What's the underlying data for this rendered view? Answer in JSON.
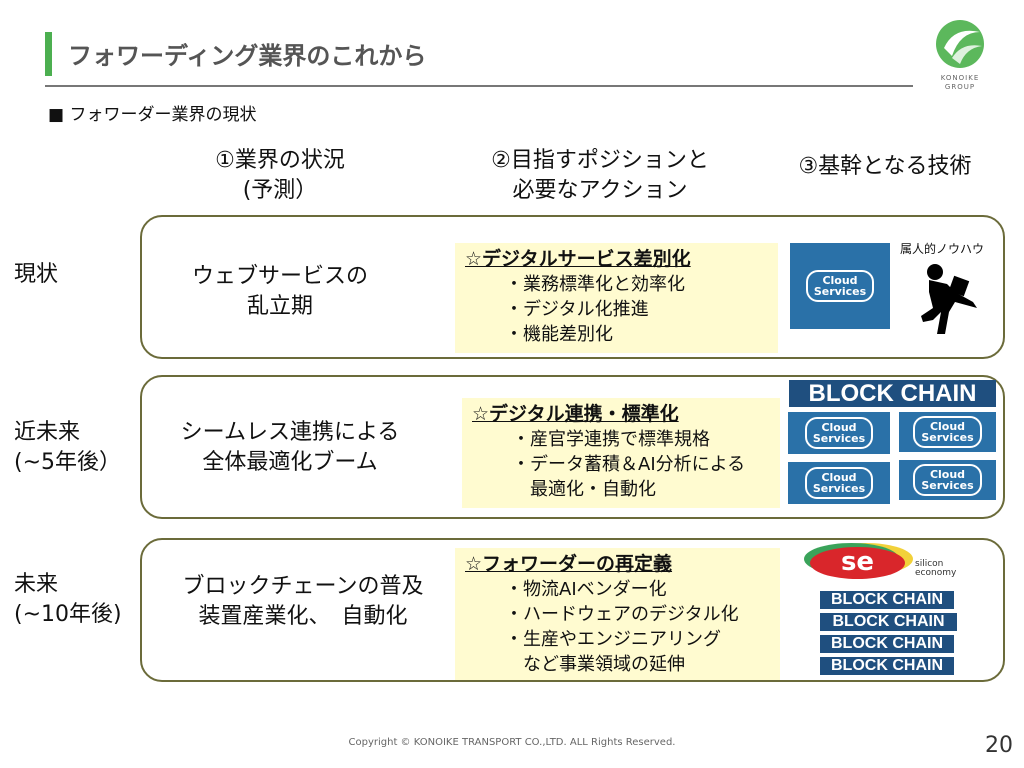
{
  "header": {
    "title": "フォワーディング業界のこれから",
    "logo_text": "KONOIKE GROUP"
  },
  "section": "■ フォワーダー業界の現状",
  "columns": [
    "①業界の状況\n(予測）",
    "②目指すポジションと\n必要なアクション",
    "③基幹となる技術"
  ],
  "rows": [
    {
      "label": "現状",
      "situation": "ウェブサービスの\n乱立期",
      "action_title": "☆デジタルサービス差別化",
      "actions": [
        "・業務標準化と効率化",
        "・デジタル化推進",
        "・機能差別化"
      ],
      "tech_note": "属人的ノウハウ"
    },
    {
      "label": "近未来\n(~5年後）",
      "situation": "シームレス連携による\n全体最適化ブーム",
      "action_title": "☆デジタル連携・標準化",
      "actions": [
        "・産官学連携で標準規格",
        "・データ蓄積＆AI分析による",
        "　最適化・自動化"
      ]
    },
    {
      "label": "未来\n(~10年後)",
      "situation": "ブロックチェーンの普及\n装置産業化、　自動化",
      "action_title": "☆フォワーダーの再定義",
      "actions": [
        "・物流AIベンダー化",
        "・ハードウェアのデジタル化",
        "・生産やエンジニアリング",
        "　など事業領域の延伸"
      ]
    }
  ],
  "tech": {
    "cloud": "Cloud\nServices",
    "blockchain": "BLOCK CHAIN",
    "se_logo": "se",
    "se_name": "silicon\neconomy"
  },
  "footer": {
    "copyright": "Copyright © KONOIKE TRANSPORT CO.,LTD.  ALL Rights Reserved.",
    "page": "20"
  }
}
